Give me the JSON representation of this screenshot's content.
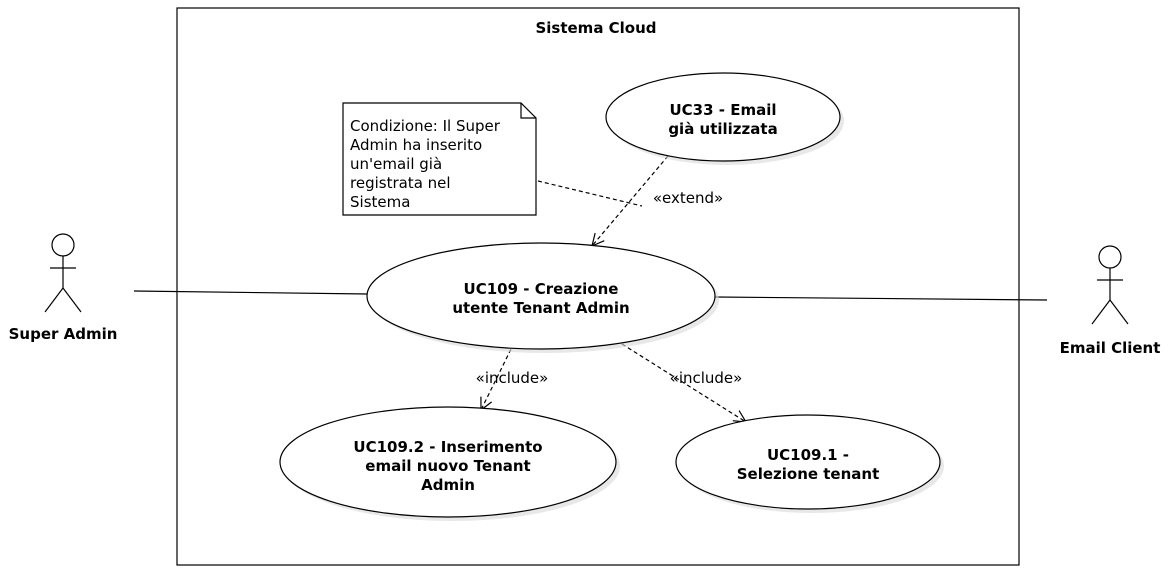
{
  "system": {
    "title": "Sistema Cloud"
  },
  "actors": {
    "super_admin": {
      "label": "Super Admin"
    },
    "email_client": {
      "label": "Email Client"
    }
  },
  "use_cases": {
    "uc33": {
      "lines": [
        "UC33 - Email",
        "già utilizzata"
      ]
    },
    "uc109": {
      "lines": [
        "UC109 - Creazione",
        "utente Tenant Admin"
      ]
    },
    "uc109_2": {
      "lines": [
        "UC109.2 - Inserimento",
        "email nuovo Tenant",
        "Admin"
      ]
    },
    "uc109_1": {
      "lines": [
        "UC109.1 -",
        "Selezione tenant"
      ]
    }
  },
  "note": {
    "lines": [
      "Condizione: Il Super",
      "Admin ha inserito",
      "un'email già",
      "registrata nel",
      "Sistema"
    ]
  },
  "relations": {
    "extend": "«extend»",
    "include_left": "«include»",
    "include_right": "«include»"
  }
}
